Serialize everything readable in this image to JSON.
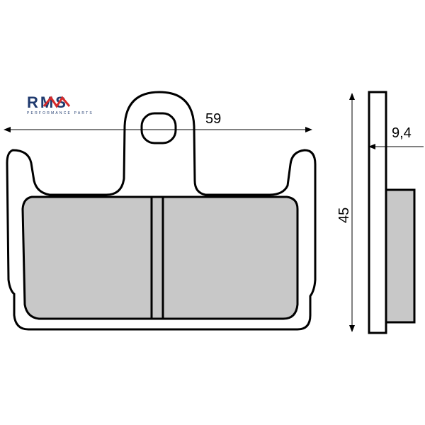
{
  "logo": {
    "brand": "RMS",
    "tagline": "PERFORMANCE PARTS"
  },
  "dimensions": {
    "width_label": "59",
    "height_label": "45",
    "thickness_label": "9,4"
  },
  "colors": {
    "outline": "#000000",
    "friction": "#c8c8c8",
    "logo_blue": "#1f3a6e",
    "logo_red": "#d62b2b"
  }
}
